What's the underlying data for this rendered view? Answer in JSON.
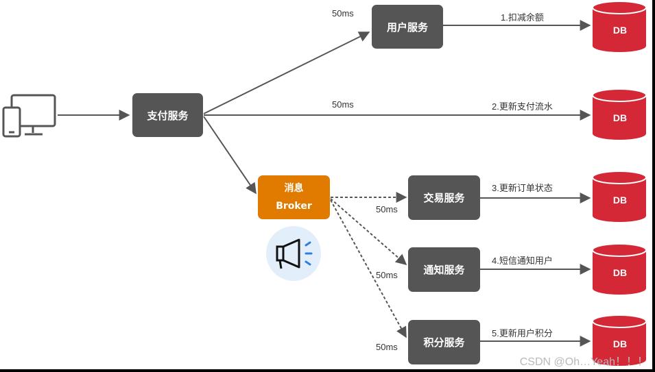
{
  "nodes": {
    "pay": "支付服务",
    "user": "用户服务",
    "trade": "交易服务",
    "notify": "通知服务",
    "points": "积分服务",
    "broker_line1": "消息",
    "broker_line2": "Broker"
  },
  "edge_labels": {
    "pay_user": "50ms",
    "pay_db": "50ms",
    "trade": "50ms",
    "notify": "50ms",
    "points": "50ms"
  },
  "steps": {
    "s1": "1.扣减余额",
    "s2": "2.更新支付流水",
    "s3": "3.更新订单状态",
    "s4": "4.短信通知用户",
    "s5": "5.更新用户积分"
  },
  "db_label": "DB",
  "watermark": "CSDN @Oh…Yeah！！！",
  "icons": [
    "devices-icon",
    "megaphone-icon",
    "database-icon"
  ],
  "colors": {
    "service_gray": "#555555",
    "broker_orange": "#e07b00",
    "db_red": "#d42837",
    "arrow": "#555555",
    "megaphone_bg": "#e3eefb"
  }
}
